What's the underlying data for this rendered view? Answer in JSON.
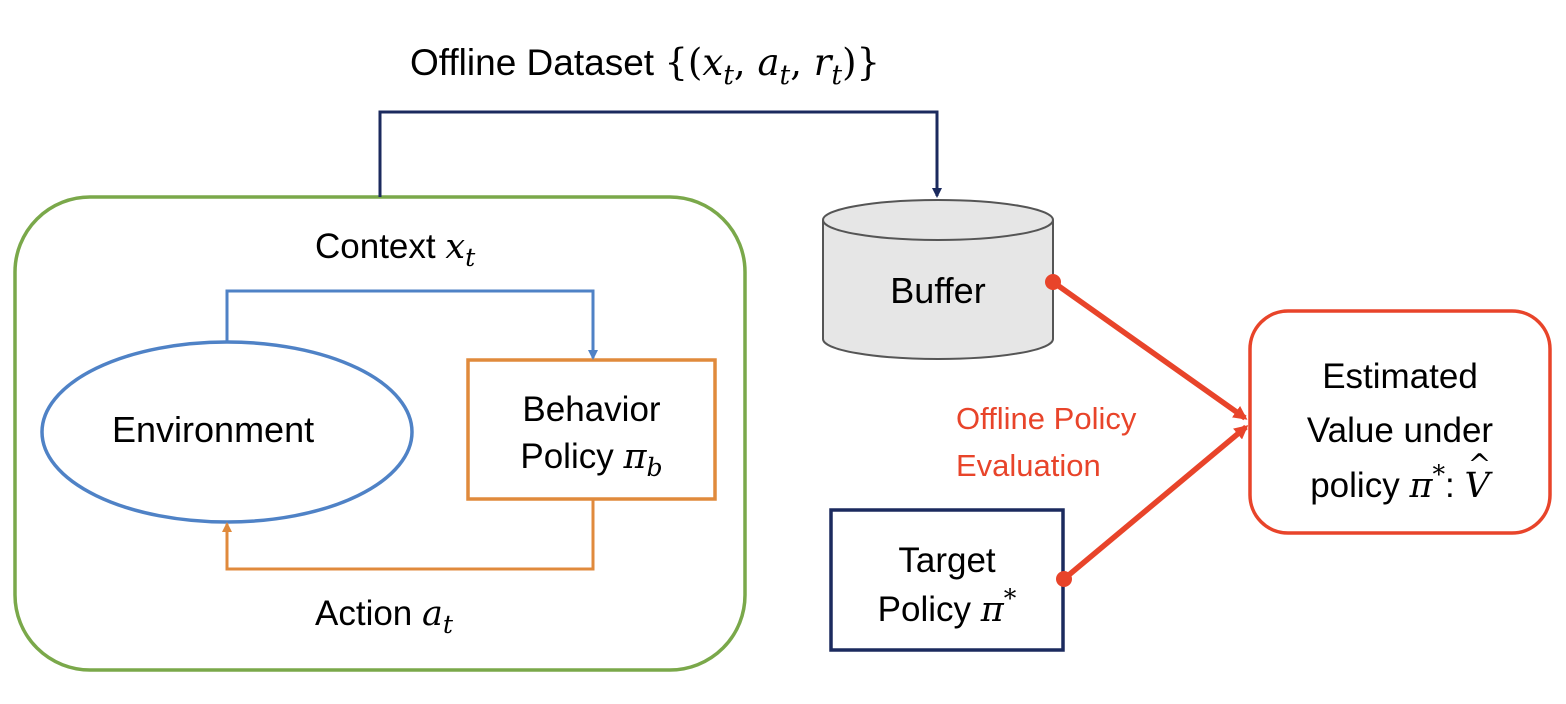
{
  "dataset_label": {
    "prefix": "Offline Dataset ",
    "open": "{(",
    "x": "x",
    "x_sub": "t",
    "a": "a",
    "a_sub": "t",
    "r": "r",
    "r_sub": "t",
    "comma": ", ",
    "close": ")}"
  },
  "context_label": {
    "text": "Context ",
    "var": "x",
    "sub": "t"
  },
  "action_label": {
    "text": "Action ",
    "var": "a",
    "sub": "t"
  },
  "environment": {
    "label": "Environment"
  },
  "behavior_policy": {
    "line1": "Behavior",
    "line2": "Policy ",
    "var": "π",
    "sub": "b"
  },
  "buffer": {
    "label": "Buffer"
  },
  "target_policy": {
    "line1": "Target",
    "line2": "Policy ",
    "var": "π",
    "sup": "*"
  },
  "ope_label": {
    "line1": "Offline Policy",
    "line2": "Evaluation"
  },
  "estimated_value": {
    "line1": "Estimated",
    "line2": "Value under",
    "line3_text": "policy ",
    "var": "π",
    "sup": "*",
    "colon": ": ",
    "vhat": "V"
  },
  "colors": {
    "green_frame": "#7aa84a",
    "navy": "#1b2a5e",
    "blue": "#4f82c6",
    "orange": "#e08a3c",
    "red": "#e8442a",
    "buffer_fill": "#e6e6e6",
    "buffer_stroke": "#555555"
  }
}
